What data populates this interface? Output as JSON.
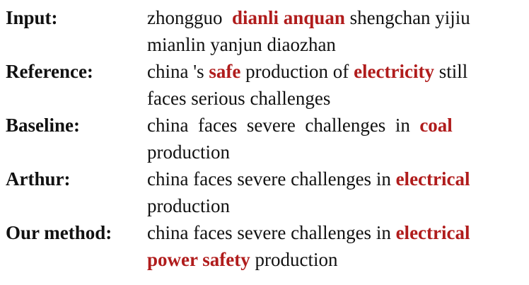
{
  "rows": [
    {
      "label": "Input:",
      "lines": [
        [
          {
            "t": "zhongguo  ",
            "hl": false
          },
          {
            "t": "dianli anquan",
            "hl": true
          },
          {
            "t": " shengchan yijiu",
            "hl": false
          }
        ],
        [
          {
            "t": "mianlin yanjun diaozhan",
            "hl": false
          }
        ]
      ]
    },
    {
      "label": "Reference:",
      "lines": [
        [
          {
            "t": "china 's ",
            "hl": false
          },
          {
            "t": "safe",
            "hl": true
          },
          {
            "t": " production of ",
            "hl": false
          },
          {
            "t": "electricity",
            "hl": true
          },
          {
            "t": " still",
            "hl": false
          }
        ],
        [
          {
            "t": "faces serious challenges",
            "hl": false
          }
        ]
      ]
    },
    {
      "label": "Baseline:",
      "lines": [
        [
          {
            "t": "china  faces  severe  challenges  in  ",
            "hl": false
          },
          {
            "t": "coal",
            "hl": true
          }
        ],
        [
          {
            "t": "production",
            "hl": false
          }
        ]
      ]
    },
    {
      "label": "Arthur:",
      "lines": [
        [
          {
            "t": "china faces severe challenges in ",
            "hl": false
          },
          {
            "t": "electrical",
            "hl": true
          }
        ],
        [
          {
            "t": "production",
            "hl": false
          }
        ]
      ]
    },
    {
      "label": "Our method:",
      "lines": [
        [
          {
            "t": "china faces severe challenges in ",
            "hl": false
          },
          {
            "t": "electrical",
            "hl": true
          }
        ],
        [
          {
            "t": "power safety",
            "hl": true
          },
          {
            "t": " production",
            "hl": false
          }
        ]
      ]
    }
  ]
}
